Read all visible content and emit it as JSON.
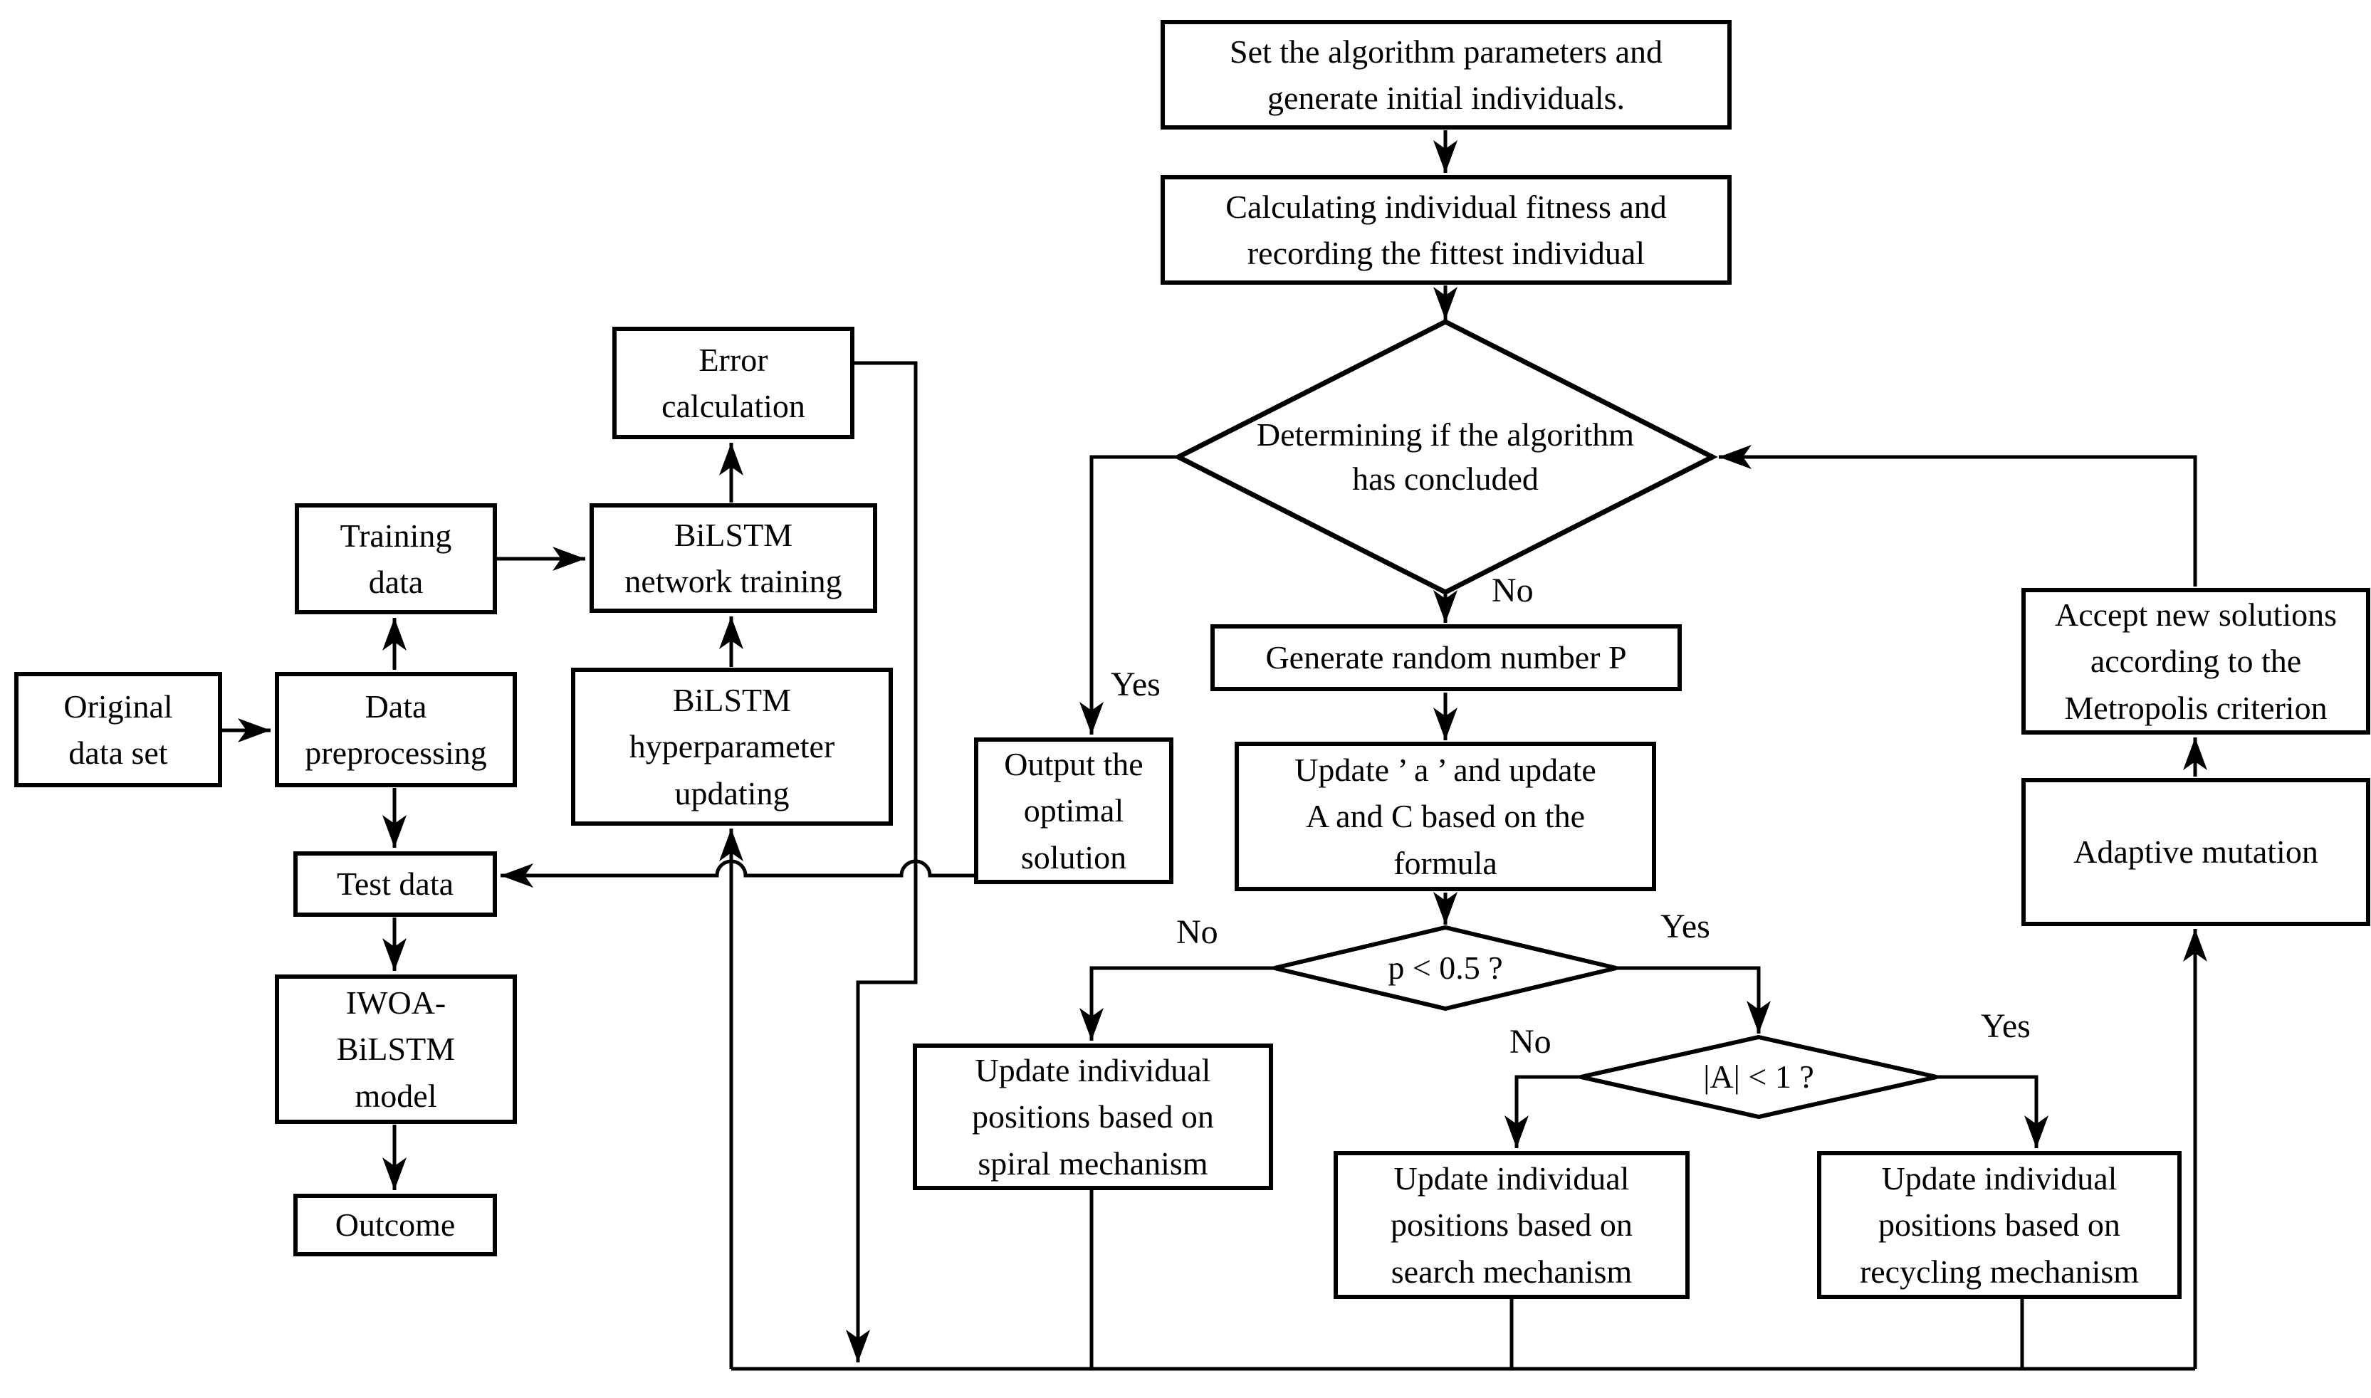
{
  "diagram": {
    "title": "IWOA-BiLSTM flowchart",
    "nodes": {
      "set_params": "Set the algorithm parameters and\ngenerate initial individuals.",
      "calc_fitness": "Calculating individual fitness and\nrecording the fittest individual",
      "concluded": "Determining if the algorithm\nhas concluded",
      "gen_random": "Generate random number P",
      "update_a": "Update ’ a ’ and update\nA and C based on the\nformula",
      "p_condition": "p < 0.5 ?",
      "a_condition": "|A| < 1 ?",
      "spiral": "Update individual\npositions based on\nspiral mechanism",
      "search": "Update individual\npositions based on\nsearch mechanism",
      "recycling": "Update individual\npositions based on\nrecycling mechanism",
      "accept": "Accept new solutions\naccording to the\nMetropolis criterion",
      "adaptive": "Adaptive mutation",
      "output": "Output the\noptimal\nsolution",
      "error_calc": "Error\ncalculation",
      "bilstm_training": "BiLSTM\nnetwork training",
      "bilstm_hyper": "BiLSTM\nhyperparameter\nupdating",
      "training_data": "Training\ndata",
      "original_data": "Original\ndata set",
      "data_preprocessing": "Data\npreprocessing",
      "test_data": "Test data",
      "iwoa_model": "IWOA-\nBiLSTM\nmodel",
      "outcome": "Outcome"
    },
    "edge_labels": {
      "concluded_no": "No",
      "output_yes": "Yes",
      "p_no": "No",
      "p_yes": "Yes",
      "a_no": "No",
      "a_yes": "Yes"
    },
    "colors": {
      "line": "#000000",
      "box_fill": "#ffffff",
      "background": "#ffffff"
    }
  }
}
